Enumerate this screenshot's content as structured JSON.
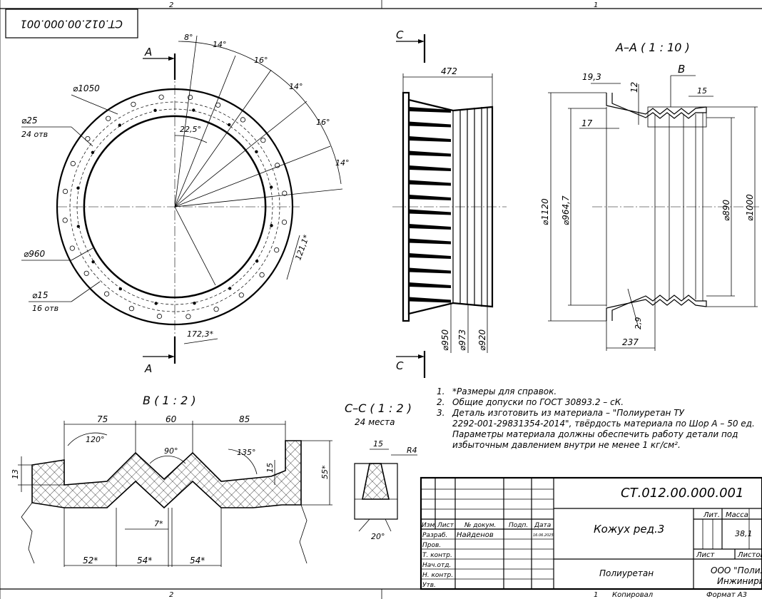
{
  "drawing_number": "СТ.012.00.000.001",
  "drawing_number_rotated": "СТ.012.00.000.001",
  "zone_top_left": "2",
  "zone_top_right": "1",
  "zone_bottom_left": "2",
  "zone_bottom_right": "1",
  "copied": "Копировал",
  "format": "Формат А3",
  "front_view": {
    "section_mark_top": "А",
    "section_mark_bottom": "А",
    "dims": {
      "d1050": "⌀1050",
      "d25": "⌀25",
      "d25_count": "24 отв",
      "d960": "⌀960",
      "d15": "⌀15",
      "d15_count": "16 отв",
      "ang8": "8°",
      "ang14a": "14°",
      "ang16a": "16°",
      "ang14b": "14°",
      "ang16b": "16°",
      "ang14c": "14°",
      "ang22_5": "22,5°",
      "arc121_1": "121,1*",
      "arc172_3": "172,3*"
    }
  },
  "side_view": {
    "section_mark_top": "С",
    "section_mark_bottom": "С",
    "dims": {
      "w472": "472",
      "d950": "⌀950",
      "d973": "⌀973",
      "d920": "⌀920"
    }
  },
  "section_aa": {
    "title": "А–А ( 1 : 10 )",
    "detail_mark": "В",
    "dims": {
      "d19_3": "19,3",
      "d12": "12",
      "d15": "15",
      "d17": "17",
      "d1120": "⌀1120",
      "d964_7": "⌀964,7",
      "d890": "⌀890",
      "d1000": "⌀1000",
      "d2_9": "2,9",
      "d237": "237"
    }
  },
  "detail_b": {
    "title": "В ( 1 : 2 )",
    "dims": {
      "d75": "75",
      "d60": "60",
      "d85": "85",
      "a120": "120°",
      "a90": "90°",
      "a135": "135°",
      "d13": "13",
      "d15": "15",
      "d55": "55*",
      "d7": "7*",
      "d52": "52*",
      "d54a": "54*",
      "d54b": "54*"
    }
  },
  "section_cc": {
    "title": "С–С ( 1 : 2 )",
    "subtitle": "24 места",
    "dims": {
      "d15": "15",
      "r4": "R4",
      "a20": "20°"
    }
  },
  "notes": [
    {
      "num": "1.",
      "text": "*Размеры для справок."
    },
    {
      "num": "2.",
      "text": "Общие допуски по ГОСТ 30893.2 – сК."
    },
    {
      "num": "3.",
      "text": "Деталь изготовить из материала – \"Полиуретан ТУ"
    },
    {
      "num": "",
      "text": "2292-001-29831354-2014\", твёрдость материала по Шор А – 50 ед."
    },
    {
      "num": "",
      "text": "Параметры материала должны обеспечить работу детали под"
    },
    {
      "num": "",
      "text": "избыточным давлением внутри не менее 1 кг/см²."
    }
  ],
  "title_block": {
    "designation": "СТ.012.00.000.001",
    "name": "Кожух ред.3",
    "material": "Полиуретан",
    "company_line1": "ООО \"Полих",
    "company_line2": "Инжинирин",
    "col_izm": "Изм.",
    "col_list": "Лист",
    "col_doc": "№ докум.",
    "col_sign": "Подп.",
    "col_date": "Дата",
    "row_razrab": "Разраб.",
    "row_prov": "Пров.",
    "row_tkontr": "Т. контр.",
    "row_nachotd": "Нач.отд.",
    "row_nkontr": "Н. контр.",
    "row_utv": "Утв.",
    "developer": "Найденов",
    "date": "16.06.2025",
    "lit_label": "Лит.",
    "mass_label": "Масса",
    "mass_value": "38,1",
    "sheet_label": "Лист",
    "sheets_label": "Листов"
  }
}
